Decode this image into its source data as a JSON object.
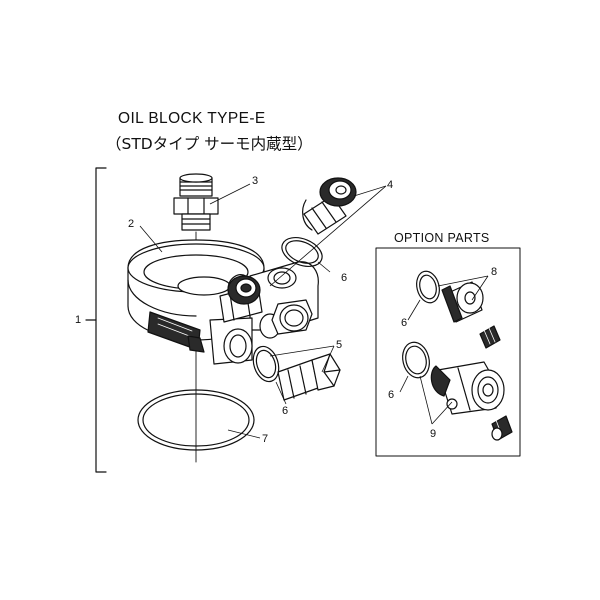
{
  "header": {
    "title": "OIL BLOCK TYPE-E",
    "subtitle": "（STDタイプ サーモ内蔵型）"
  },
  "option_box": {
    "title": "OPTION PARTS"
  },
  "callouts": {
    "c1": "1",
    "c2": "2",
    "c3": "3",
    "c4": "4",
    "c5": "5",
    "c6a": "6",
    "c6b": "6",
    "c6c": "6",
    "c7": "7",
    "c8": "8",
    "c9": "9"
  },
  "colors": {
    "line": "#111111",
    "shade": "#2a2a2a",
    "fill": "#ffffff"
  }
}
